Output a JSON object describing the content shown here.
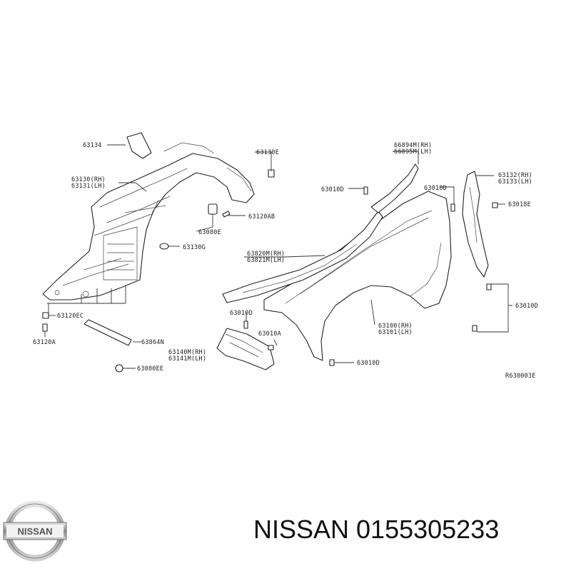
{
  "diagram": {
    "ref_code": "R630003E",
    "labels": {
      "p63134": "63134",
      "p63130_rh": "63130(RH)",
      "p63131_lh": "63131(LH)",
      "p63130e": "63130E",
      "p63120ab": "63120AB",
      "p63080e": "63080E",
      "p63130g": "63130G",
      "p63120ec": "63120EC",
      "p63120a": "63120A",
      "p63864n": "63864N",
      "p63080ee": "63080EE",
      "p66894m": "66894M(RH)",
      "p66895m": "66895M(LH)",
      "p63010d_a": "63010D",
      "p63010d_b": "63010D",
      "p63132": "63132(RH)",
      "p63133": "63133(LH)",
      "p63018e": "63018E",
      "p63820m": "63820M(RH)",
      "p63821m": "63821M(LH)",
      "p63010d_c": "63010D",
      "p63010d_d": "63010D",
      "p63100": "63100(RH)",
      "p63101": "63101(LH)",
      "p63010a": "63010A",
      "p63140m": "63140M(RH)",
      "p63141m": "63141M(LH)",
      "p63010d_e": "63010D"
    }
  },
  "brand": {
    "logo_text": "NISSAN",
    "caption": "NISSAN 0155305233"
  }
}
